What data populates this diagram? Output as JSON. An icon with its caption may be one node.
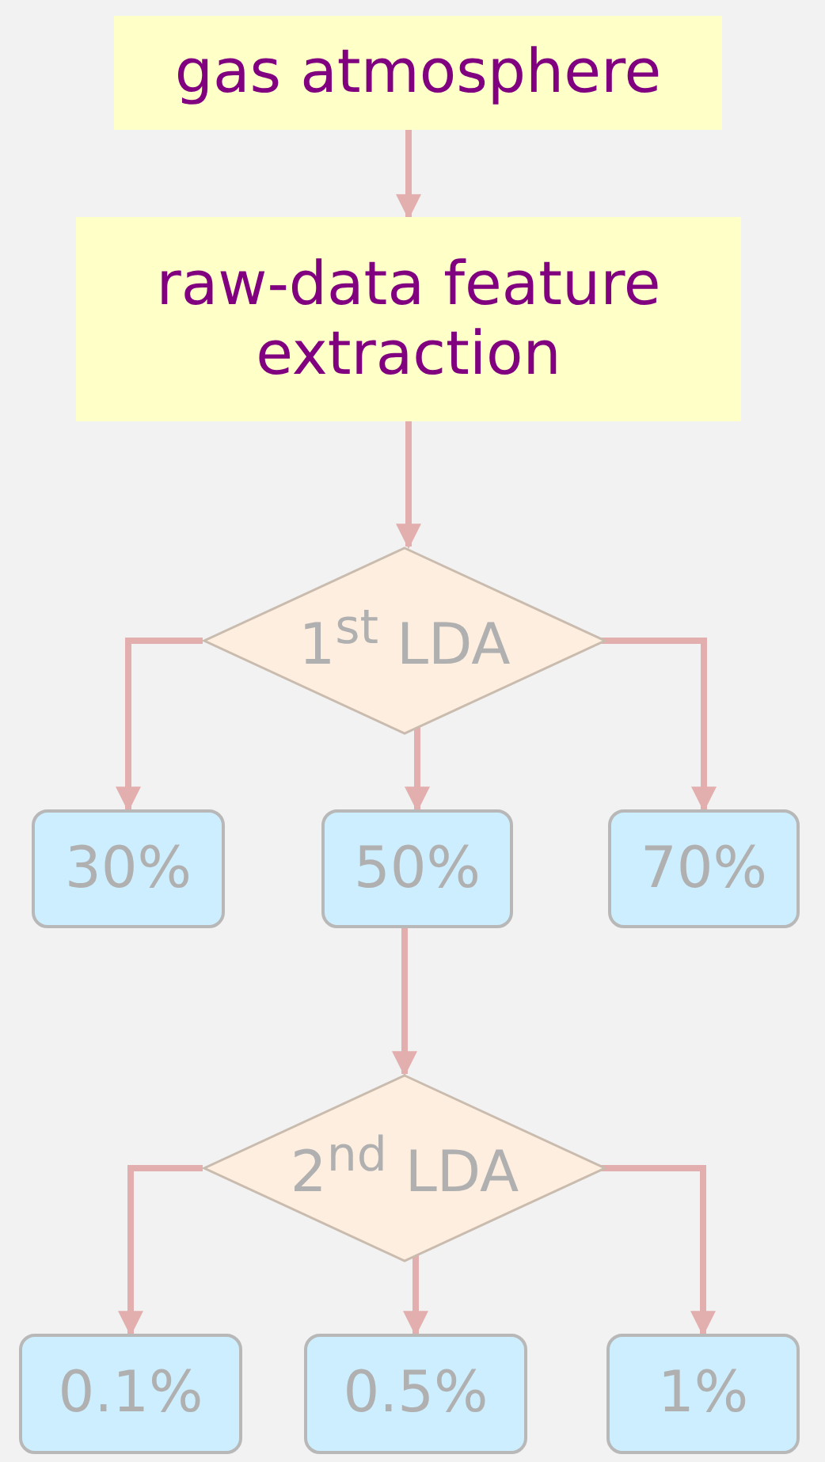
{
  "diagram": {
    "nodes": [
      {
        "text": [
          "gas atmosphere"
        ]
      },
      {
        "text": [
          "raw-data feature extraction"
        ]
      },
      {
        "text": [
          "1$^{st}$ LDA"
        ]
      },
      {
        "text": [
          "30%"
        ]
      },
      {
        "text": [
          "50%"
        ]
      },
      {
        "text": [
          "70%"
        ]
      },
      {
        "text": [
          "2$^{nd}$ LDA"
        ]
      },
      {
        "text": [
          "0.1%"
        ]
      },
      {
        "text": [
          "0.5%"
        ]
      },
      {
        "text": [
          "1%"
        ]
      }
    ],
    "edges": [
      {
        "from": 0,
        "to": 1,
        "arrow": "to"
      },
      {
        "from": 1,
        "to": 2,
        "arrow": "to"
      },
      {
        "from": 2,
        "to": 3,
        "arrow": "to"
      },
      {
        "from": 2,
        "to": 4,
        "arrow": "to"
      },
      {
        "from": 2,
        "to": 5,
        "arrow": "to"
      },
      {
        "from": 4,
        "to": 6,
        "arrow": "to"
      },
      {
        "from": 6,
        "to": 7,
        "arrow": "to"
      },
      {
        "from": 6,
        "to": 8,
        "arrow": "to"
      },
      {
        "from": 6,
        "to": 9,
        "arrow": "to"
      }
    ]
  }
}
